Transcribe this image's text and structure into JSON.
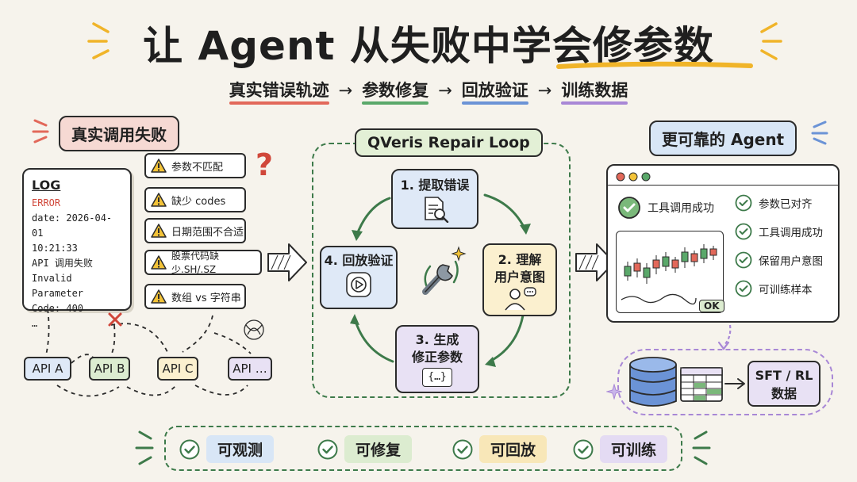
{
  "title": "让 Agent 从失败中学会修参数",
  "flow": [
    {
      "label": "真实错误轨迹",
      "color": "#e2685a"
    },
    {
      "label": "参数修复",
      "color": "#5aa86a"
    },
    {
      "label": "回放验证",
      "color": "#6b93d6"
    },
    {
      "label": "训练数据",
      "color": "#a887d6"
    }
  ],
  "flow_arrow": "→",
  "left": {
    "label": "真实调用失败",
    "log": {
      "title": "LOG",
      "status": "ERROR",
      "lines": [
        "date: 2026-04-01",
        "10:21:33",
        "API 调用失败",
        "Invalid Parameter",
        "Code: 400",
        "…"
      ]
    },
    "warnings": [
      "参数不匹配",
      "缺少 codes",
      "日期范围不合适",
      "股票代码缺少.SH/.SZ",
      "数组 vs 字符串"
    ],
    "question_mark": "?",
    "apis": [
      "API A",
      "API B",
      "API C",
      "API …"
    ]
  },
  "center": {
    "title": "QVeris Repair Loop",
    "steps": [
      {
        "label": "1. 提取错误"
      },
      {
        "label": "2. 理解\n用户意图"
      },
      {
        "label": "3. 生成\n修正参数",
        "code": "{…}"
      },
      {
        "label": "4. 回放验证"
      }
    ]
  },
  "right": {
    "label": "更可靠的 Agent",
    "app": {
      "success_label": "工具调用成功",
      "ok": "OK",
      "checks": [
        "参数已对齐",
        "工具调用成功",
        "保留用户意图",
        "可训练样本"
      ]
    },
    "output": "SFT / RL\n数据"
  },
  "bottom": [
    {
      "label": "可观测",
      "bg": "#d8e6f6"
    },
    {
      "label": "可修复",
      "bg": "#dcecd0"
    },
    {
      "label": "可回放",
      "bg": "#f8e7b8"
    },
    {
      "label": "可训练",
      "bg": "#e4dbf3"
    }
  ],
  "colors": {
    "green": "#3d7a4a",
    "red": "#d0473a",
    "blue_box": "#dfe9f7",
    "yellow_box": "#fbf0cf",
    "purple_box": "#e8e1f4"
  }
}
